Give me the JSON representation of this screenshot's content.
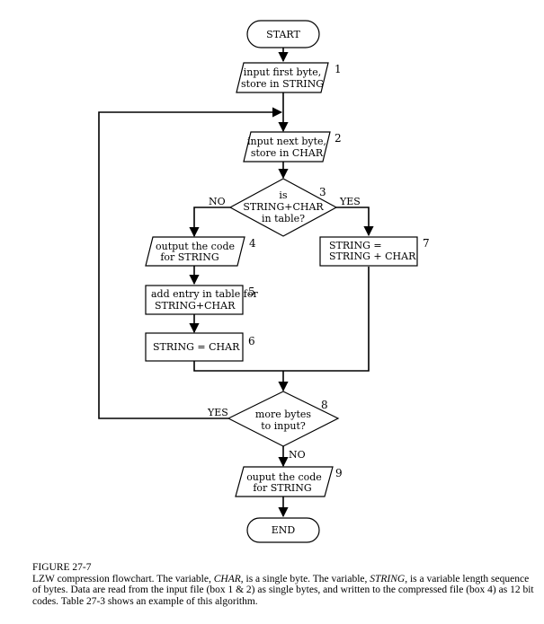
{
  "nodes": {
    "start": {
      "lines": [
        "START"
      ]
    },
    "box1": {
      "lines": [
        "input first byte,",
        "store in STRING"
      ],
      "number": "1"
    },
    "box2": {
      "lines": [
        "input next byte,",
        "store in CHAR"
      ],
      "number": "2"
    },
    "box3": {
      "lines": [
        "is",
        "STRING+CHAR",
        "in table?"
      ],
      "number": "3"
    },
    "box4": {
      "lines": [
        "output the code",
        "for STRING"
      ],
      "number": "4"
    },
    "box5": {
      "lines": [
        "add entry in table for",
        "STRING+CHAR"
      ],
      "number": "5"
    },
    "box6": {
      "lines": [
        "STRING = CHAR"
      ],
      "number": "6"
    },
    "box7": {
      "lines": [
        "STRING =",
        "STRING + CHAR"
      ],
      "number": "7"
    },
    "box8": {
      "lines": [
        "more bytes",
        "to input?"
      ],
      "number": "8"
    },
    "box9": {
      "lines": [
        "ouput the code",
        "for STRING"
      ],
      "number": "9"
    },
    "end": {
      "lines": [
        "END"
      ]
    }
  },
  "edge_labels": {
    "d3_no": "NO",
    "d3_yes": "YES",
    "d8_yes": "YES",
    "d8_no": "NO"
  },
  "caption": {
    "label": "FIGURE 27-7",
    "s1": "LZW compression flowchart.  The variable, ",
    "char_word": "CHAR",
    "s2": ", is a single byte.  The variable, ",
    "string_word": "STRING",
    "s3": ", is a variable length sequence of bytes.  Data are read from the input file (box 1 & 2) as single bytes, and written to the compressed file (box 4) as 12 bit codes.  Table 27-3 shows an example of this algorithm."
  }
}
